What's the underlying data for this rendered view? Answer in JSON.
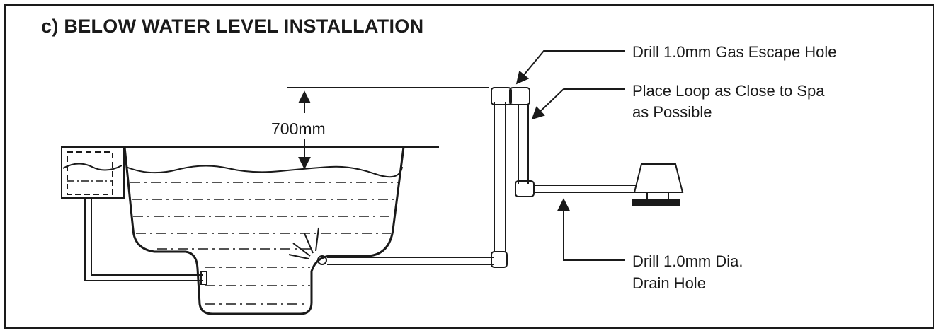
{
  "title": "c) BELOW WATER LEVEL INSTALLATION",
  "dimension": "700mm",
  "callouts": {
    "gas_escape": "Drill 1.0mm Gas Escape Hole",
    "loop_line1": "Place Loop as Close to Spa",
    "loop_line2": "as Possible",
    "drain_line1": "Drill 1.0mm Dia.",
    "drain_line2": "Drain Hole"
  },
  "colors": {
    "ink": "#1a1a1a",
    "background": "#ffffff"
  }
}
